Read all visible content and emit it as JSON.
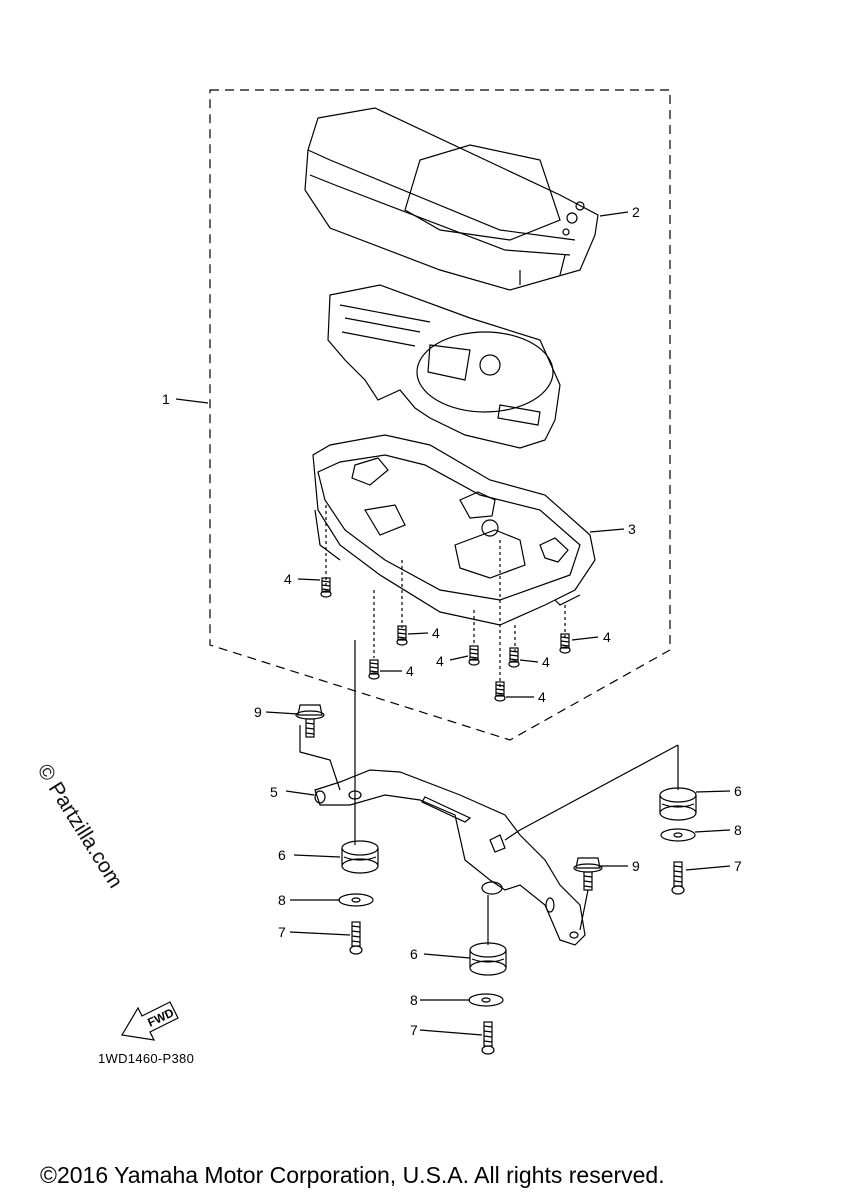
{
  "callouts": [
    "1",
    "2",
    "3",
    "4",
    "4",
    "4",
    "4",
    "4",
    "4",
    "4",
    "5",
    "6",
    "6",
    "6",
    "7",
    "7",
    "7",
    "8",
    "8",
    "8",
    "9",
    "9"
  ],
  "fwd_label": "FWD",
  "diagram_code": "1WD1460-P380",
  "watermark": "© Partzilla.com",
  "copyright": "©2016 Yamaha Motor Corporation, U.S.A. All rights reserved."
}
